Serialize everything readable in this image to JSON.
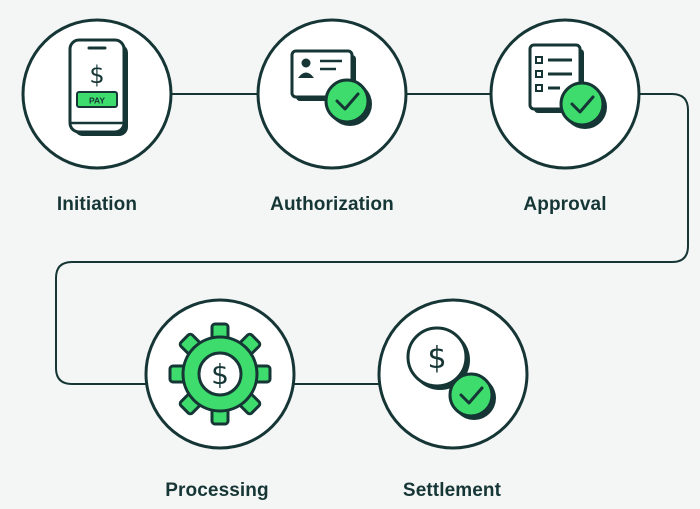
{
  "colors": {
    "background": "#f4f5f5",
    "line": "#163636",
    "accent": "#3ddc6d",
    "node_fill": "#ffffff"
  },
  "steps": [
    {
      "label": "Initiation",
      "icon": "phone-pay-icon",
      "pay_text": "PAY",
      "currency": "$"
    },
    {
      "label": "Authorization",
      "icon": "id-card-check-icon"
    },
    {
      "label": "Approval",
      "icon": "checklist-check-icon"
    },
    {
      "label": "Processing",
      "icon": "gear-dollar-icon",
      "currency": "$"
    },
    {
      "label": "Settlement",
      "icon": "coin-check-icon",
      "currency": "$"
    }
  ]
}
